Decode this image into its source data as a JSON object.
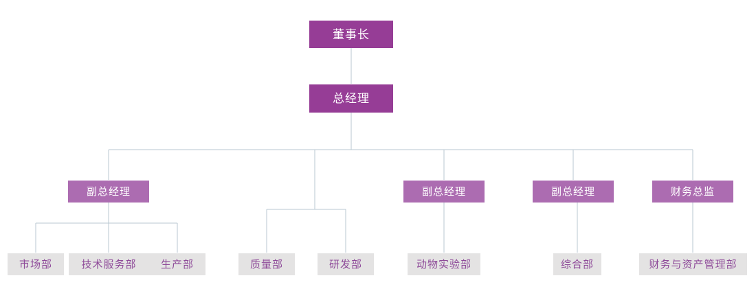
{
  "chart": {
    "title": "",
    "type": "org-chart",
    "colors": {
      "executive_box": "#963d96",
      "executive_text": "#ffffff",
      "manager_box": "#ac6cb1",
      "manager_text": "#ffffff",
      "department_box": "#e4e3e3",
      "department_text": "#8e4a99",
      "connector_line": "#b9c7d1",
      "background": "#ffffff"
    }
  },
  "nodes": {
    "chairman": {
      "label": "董事长",
      "level": 1
    },
    "general_manager": {
      "label": "总经理",
      "level": 2
    },
    "deputy_gm_1": {
      "label": "副总经理",
      "level": 3
    },
    "deputy_gm_2": {
      "label": "副总经理",
      "level": 3
    },
    "deputy_gm_3": {
      "label": "副总经理",
      "level": 3
    },
    "finance_director": {
      "label": "财务总监",
      "level": 3
    },
    "dept_marketing": {
      "label": "市场部",
      "level": 4
    },
    "dept_tech_service": {
      "label": "技术服务部",
      "level": 4
    },
    "dept_production": {
      "label": "生产部",
      "level": 4
    },
    "dept_quality": {
      "label": "质量部",
      "level": 4
    },
    "dept_rnd": {
      "label": "研发部",
      "level": 4
    },
    "dept_animal_lab": {
      "label": "动物实验部",
      "level": 4
    },
    "dept_general_affairs": {
      "label": "综合部",
      "level": 4
    },
    "dept_finance_asset": {
      "label": "财务与资产管理部",
      "level": 4
    }
  }
}
